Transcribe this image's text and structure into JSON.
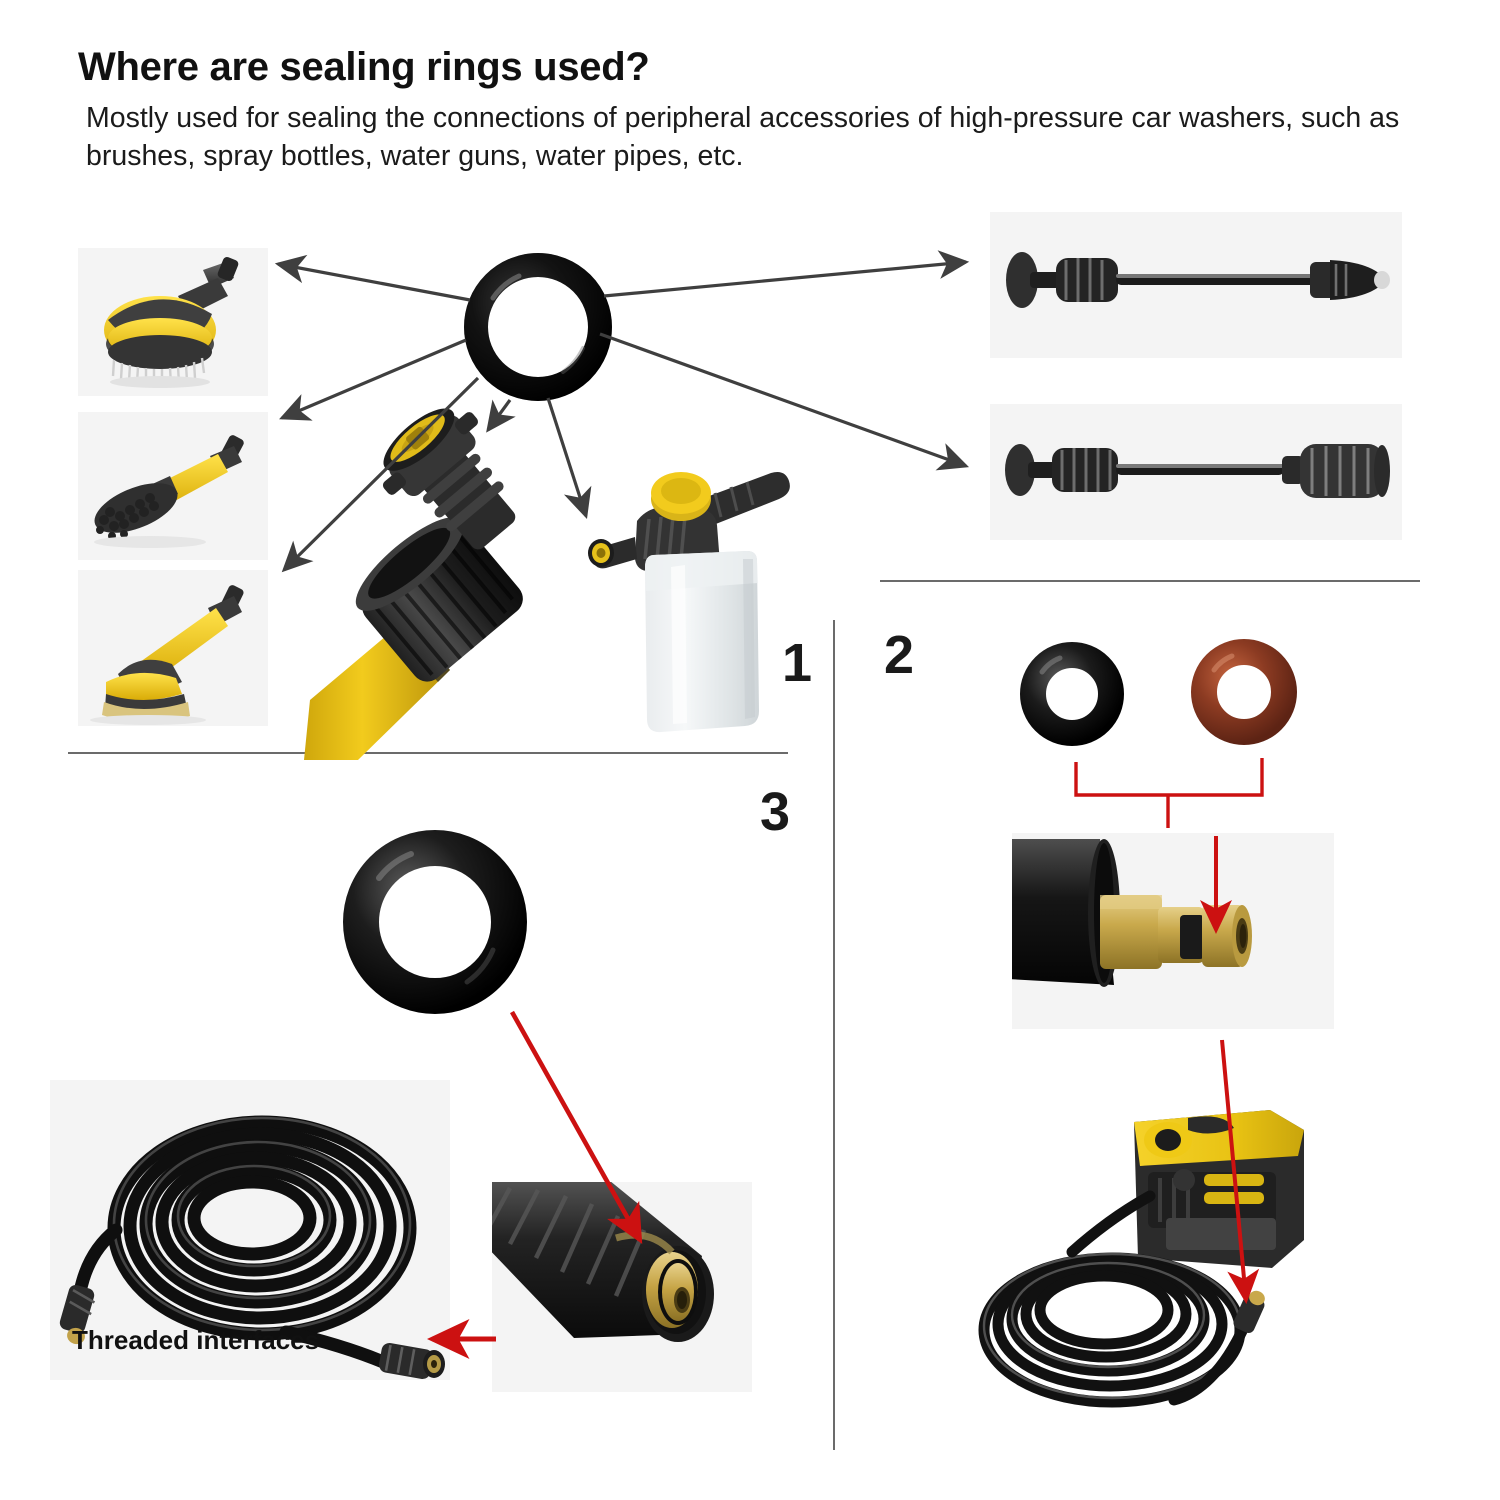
{
  "header": {
    "title": "Where are sealing rings used?",
    "body": "Mostly used for sealing the connections of peripheral accessories of high-pressure car washers, such as brushes, spray bottles, water guns, water pipes, etc."
  },
  "sections": {
    "one": "1",
    "two": "2",
    "three": "3"
  },
  "labels": {
    "threaded_interfaces": "Threaded interfaces"
  },
  "colors": {
    "accent_red": "#cc1111",
    "arrow_gray": "#4a4a4a",
    "divider_gray": "#6b6b6b",
    "brand_yellow": "#f2cb1d",
    "oring_black": "#1a1a1a",
    "oring_red_brown": "#8c3b22",
    "brass": "#c8a84b",
    "photo_bg": "#f4f4f4",
    "page_bg": "#ffffff"
  },
  "section1": {
    "center_part": "o-ring-seal",
    "accessories": [
      {
        "name": "rotary-wash-brush",
        "alt": "Yellow and black rotating wash brush head"
      },
      {
        "name": "wheel-rim-brush",
        "alt": "Yellow handled black bristle wheel brush"
      },
      {
        "name": "wash-brush-squeegee",
        "alt": "Yellow wash brush with squeegee blade"
      },
      {
        "name": "bayonet-quick-connect-adapter",
        "alt": "Black bayonet quick connect adapter on yellow lance"
      },
      {
        "name": "foam-cannon-bottle",
        "alt": "Foam cannon with translucent detergent bottle"
      },
      {
        "name": "turbo-dirt-blaster-lance",
        "alt": "Turbo dirt blaster rotary nozzle lance"
      },
      {
        "name": "variable-spray-lance",
        "alt": "Adjustable variable spray lance"
      }
    ]
  },
  "section2": {
    "rings": [
      {
        "name": "oring-black",
        "material_color": "#1a1a1a"
      },
      {
        "name": "oring-red-brown",
        "material_color": "#8c3b22"
      }
    ],
    "target": "brass-hose-fitting",
    "machine": "pressure-washer-unit-with-hose"
  },
  "section3": {
    "ring": {
      "name": "oring-black-large",
      "material_color": "#1a1a1a"
    },
    "target": "hose-coupling-brass-insert",
    "hose": "coiled-high-pressure-hose"
  }
}
